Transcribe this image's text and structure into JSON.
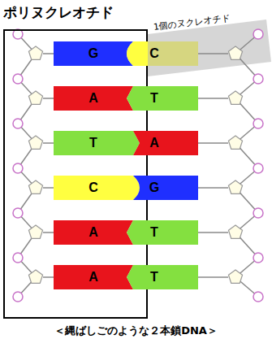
{
  "diagram": {
    "caption": "＜縄ばしごのような２本鎖DNA＞",
    "nodes": [
      {
        "text": [
          "ポリヌクレオチド"
        ]
      },
      {
        "text": [
          "G"
        ],
        "in": 0
      },
      {
        "text": [
          "A"
        ],
        "in": 0
      },
      {
        "text": [
          "T"
        ],
        "in": 0
      },
      {
        "text": [
          "C"
        ],
        "in": 0
      },
      {
        "text": [
          "A"
        ],
        "in": 0
      },
      {
        "text": [
          "A"
        ],
        "in": 0
      },
      {
        "text": [
          "C"
        ]
      },
      {
        "text": [
          "T"
        ]
      },
      {
        "text": [
          "A"
        ]
      },
      {
        "text": [
          "G"
        ]
      },
      {
        "text": [
          "T"
        ]
      },
      {
        "text": [
          "T"
        ]
      }
    ],
    "labels": [
      "1個のヌクレオチド"
    ]
  }
}
